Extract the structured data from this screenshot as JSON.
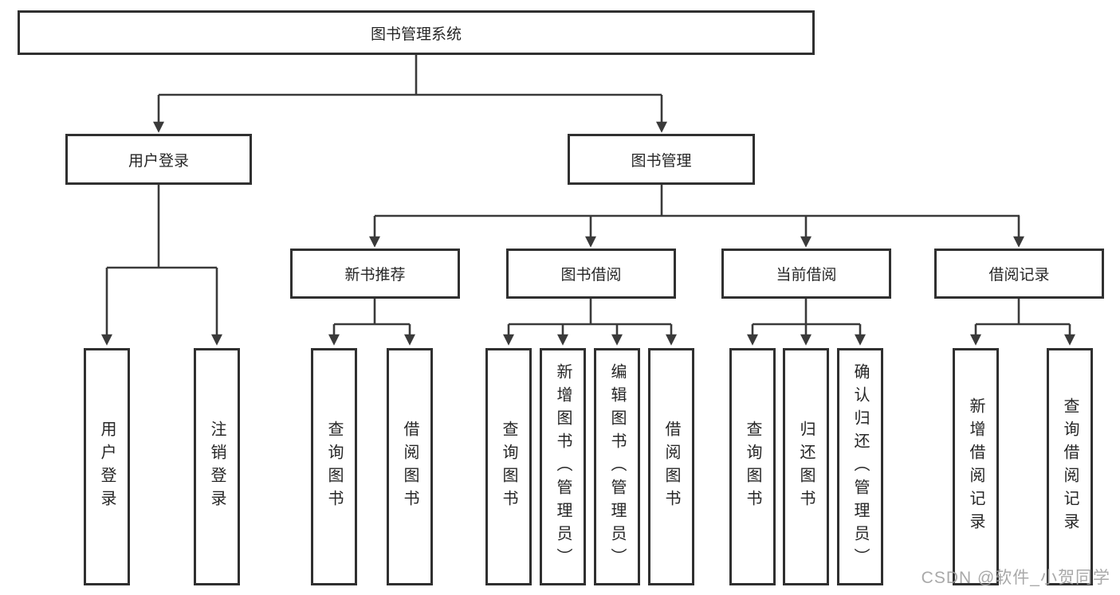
{
  "diagram": {
    "root": {
      "label": "图书管理系统"
    },
    "branches": [
      {
        "label": "用户登录",
        "children": [
          {
            "label": "用户登录"
          },
          {
            "label": "注销登录"
          }
        ]
      },
      {
        "label": "图书管理",
        "children": [
          {
            "label": "新书推荐",
            "children": [
              {
                "label": "查询图书"
              },
              {
                "label": "借阅图书"
              }
            ]
          },
          {
            "label": "图书借阅",
            "children": [
              {
                "label": "查询图书"
              },
              {
                "label": "新增图书（管理员）"
              },
              {
                "label": "编辑图书（管理员）"
              },
              {
                "label": "借阅图书"
              }
            ]
          },
          {
            "label": "当前借阅",
            "children": [
              {
                "label": "查询图书"
              },
              {
                "label": "归还图书"
              },
              {
                "label": "确认归还（管理员）"
              }
            ]
          },
          {
            "label": "借阅记录",
            "children": [
              {
                "label": "新增借阅记录"
              },
              {
                "label": "查询借阅记录"
              }
            ]
          }
        ]
      }
    ]
  },
  "watermark": {
    "text": "CSDN @软件_小贺同学"
  },
  "colors": {
    "line": "#3a3a3a",
    "box_border": "#303030",
    "text": "#262626",
    "background": "#ffffff",
    "watermark": "#a0a0a0"
  }
}
